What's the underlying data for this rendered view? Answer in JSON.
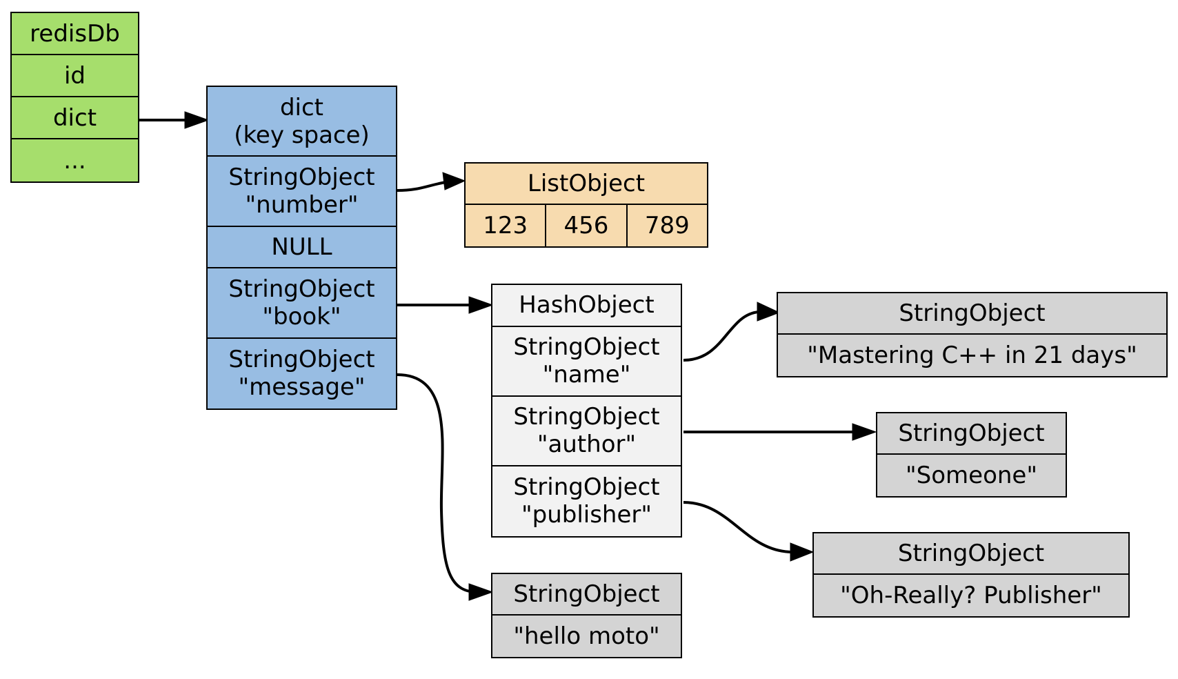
{
  "colors": {
    "redisdb_fill": "#a6de6c",
    "keyspace_fill": "#98bde3",
    "list_fill": "#f7dbaf",
    "hash_fill": "#f2f2f2",
    "string_fill": "#d4d4d4",
    "border": "#000000",
    "edge": "#000000"
  },
  "redisdb": {
    "title": "redisDb",
    "fields": [
      "id",
      "dict",
      "..."
    ]
  },
  "keyspace": {
    "title": "dict\n(key space)",
    "entries": [
      "StringObject\n\"number\"",
      "NULL",
      "StringObject\n\"book\"",
      "StringObject\n\"message\""
    ]
  },
  "list_object": {
    "title": "ListObject",
    "items": [
      "123",
      "456",
      "789"
    ]
  },
  "hash_object": {
    "title": "HashObject",
    "fields": [
      "StringObject\n\"name\"",
      "StringObject\n\"author\"",
      "StringObject\n\"publisher\""
    ]
  },
  "string_objects": {
    "message_value": {
      "title": "StringObject",
      "value": "\"hello moto\""
    },
    "name_value": {
      "title": "StringObject",
      "value": "\"Mastering C++ in 21 days\""
    },
    "author_value": {
      "title": "StringObject",
      "value": "\"Someone\""
    },
    "publisher_value": {
      "title": "StringObject",
      "value": "\"Oh-Really? Publisher\""
    }
  }
}
